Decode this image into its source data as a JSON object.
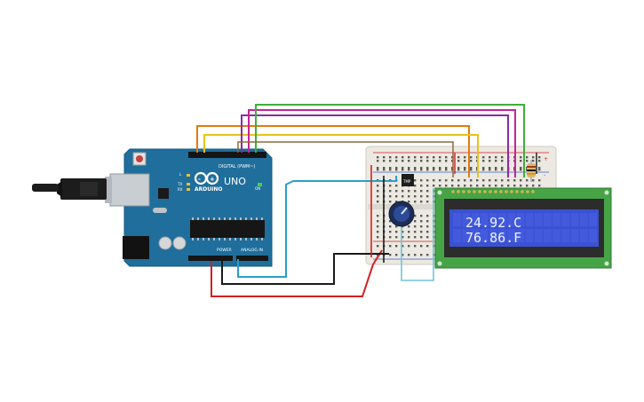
{
  "board": {
    "brand": "ARDUINO",
    "model": "UNO",
    "logo": "infinity-logo",
    "header_digital": "DIGITAL (PWM~)",
    "header_power": "POWER",
    "header_analog": "ANALOG IN",
    "led_tx": "TX",
    "led_rx": "RX",
    "led_l": "L",
    "on_label": "ON",
    "sensor_label": "TMP"
  },
  "lcd": {
    "line1": "24.92.C",
    "line2": "76.86.F"
  },
  "colors": {
    "board": "#1f6e9c",
    "breadboard": "#ece9e2",
    "lcd_screen": "#3a51d4",
    "lcd_pcb": "#46a447",
    "wire_red": "#d32020",
    "wire_black": "#1a1a1a",
    "wire_cyan": "#2b9fc8",
    "wire_orange": "#e07b10",
    "wire_yellow": "#e8c21a",
    "wire_purple": "#8a2aa8",
    "wire_magenta": "#c4239a",
    "wire_green": "#3fae3a"
  }
}
